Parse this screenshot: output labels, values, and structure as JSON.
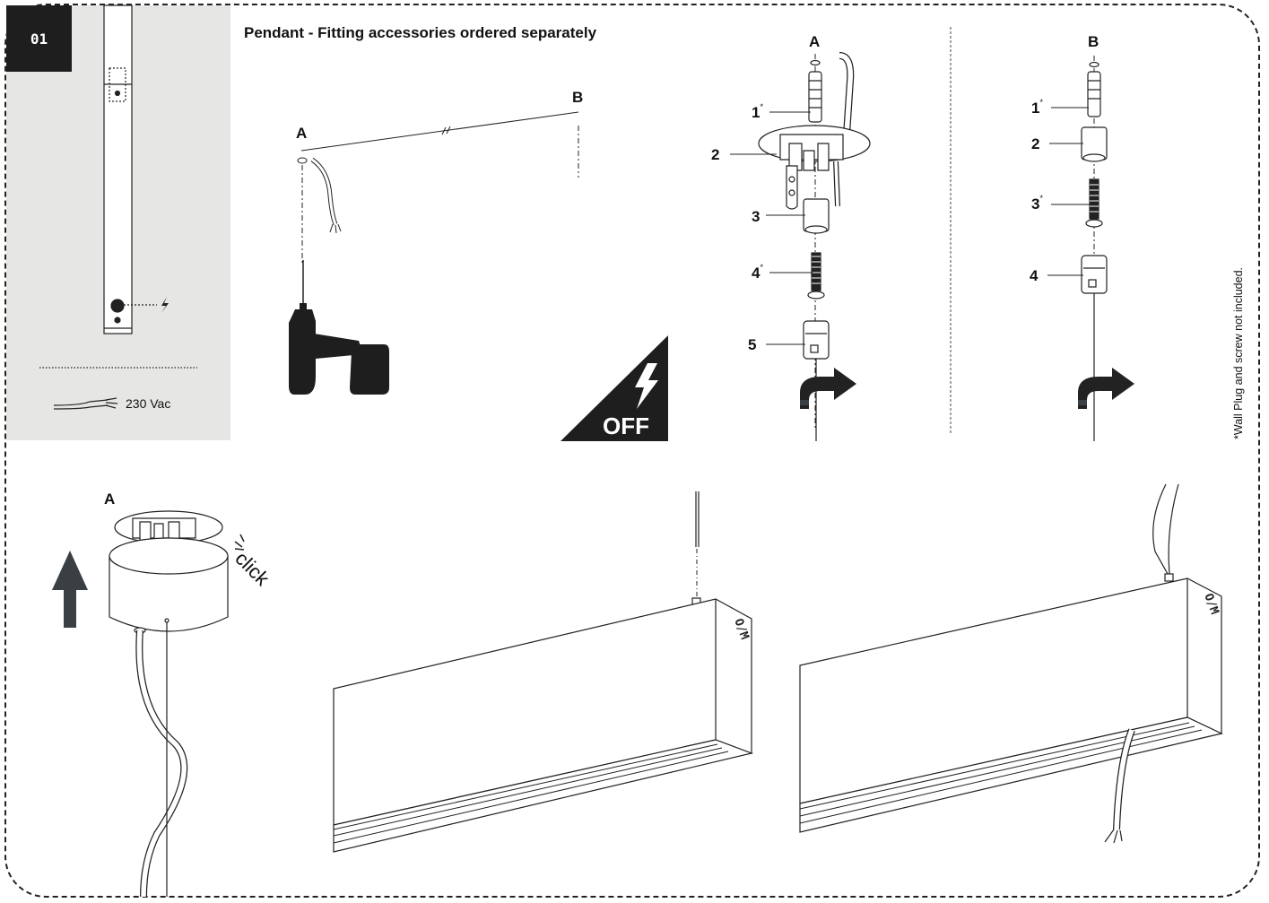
{
  "step": "01",
  "title": "Pendant - Fitting accessories ordered separately",
  "voltage": "230 Vac",
  "point_a": "A",
  "point_b": "B",
  "off_label": "OFF",
  "click_label": "click",
  "footnote": "*Wall Plug and screw not included.",
  "parts_a": [
    {
      "n": "1",
      "star": "*"
    },
    {
      "n": "2",
      "star": ""
    },
    {
      "n": "3",
      "star": ""
    },
    {
      "n": "4",
      "star": "*"
    },
    {
      "n": "5",
      "star": ""
    }
  ],
  "parts_b": [
    {
      "n": "1",
      "star": "*"
    },
    {
      "n": "2",
      "star": ""
    },
    {
      "n": "3",
      "star": "*"
    },
    {
      "n": "4",
      "star": ""
    }
  ],
  "engraving": "O/M",
  "colors": {
    "ink": "#1e1e1e",
    "panel": "#e6e7e4",
    "accent": "#3a3f44"
  },
  "icons": [
    "lightning-icon",
    "drill-icon",
    "rotate-arrow-icon",
    "up-arrow-icon",
    "cable-icon"
  ]
}
